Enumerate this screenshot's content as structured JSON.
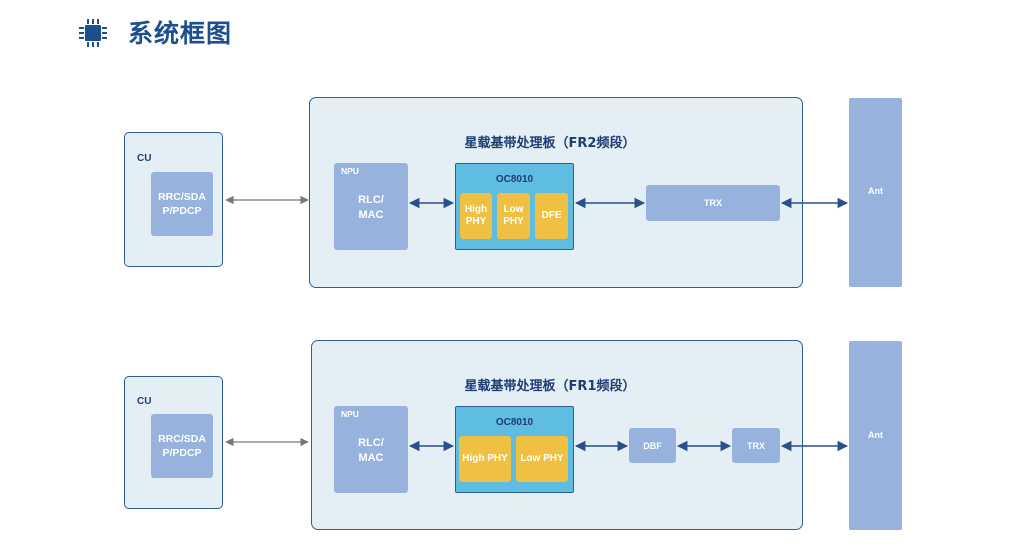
{
  "header": {
    "title": "系统框图",
    "icon": "chip-icon",
    "accent": "#1d4f8f"
  },
  "colors": {
    "panel_fill": "#e3eff4",
    "panel_border": "#315d94",
    "block_fill": "#97b3dd",
    "oc_fill": "#5ebde0",
    "phy_fill": "#f0c043",
    "bidir_arrow": "#2a4f8a",
    "cu_arrow": "#777777"
  },
  "diagrams": [
    {
      "cu": {
        "label": "CU",
        "block": "RRC/SDA\nP/PDCP"
      },
      "board_title": "星载基带处理板（FR2频段）",
      "npu": {
        "label": "NPU",
        "block": "RLC/\nMAC"
      },
      "oc": {
        "title": "OC8010",
        "cells": [
          "High\nPHY",
          "Low\nPHY",
          "DFE"
        ]
      },
      "trx": "TRX",
      "ant": "Ant"
    },
    {
      "cu": {
        "label": "CU",
        "block": "RRC/SDA\nP/PDCP"
      },
      "board_title": "星载基带处理板（FR1频段）",
      "npu": {
        "label": "NPU",
        "block": "RLC/\nMAC"
      },
      "oc": {
        "title": "OC8010",
        "cells": [
          "High PHY",
          "Low PHY"
        ]
      },
      "dbf": "DBF",
      "trx": "TRX",
      "ant": "Ant"
    }
  ]
}
